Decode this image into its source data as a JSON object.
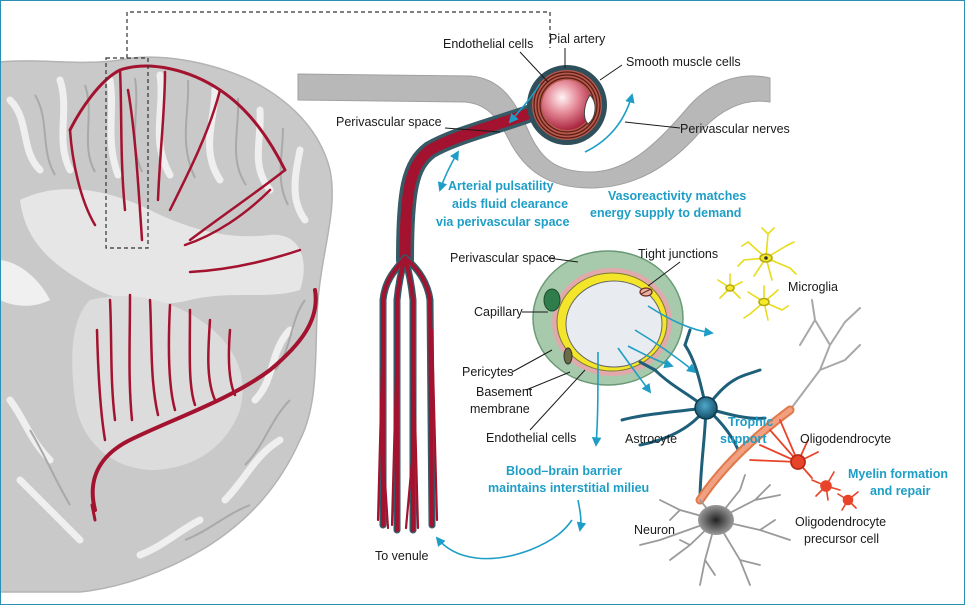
{
  "colors": {
    "artery": "#a3122f",
    "annotation_blue": "#1e9ec6",
    "brain_tissue": "#c9c9c9",
    "astrocyte": "#1e5f7a",
    "oligodendrocyte": "#e8442a",
    "microglia": "#f2ea2a",
    "frame": "#2b8fb3"
  },
  "labels": {
    "pial_artery": "Pial artery",
    "endothelial_cells_top": "Endothelial cells",
    "smooth_muscle_cells": "Smooth muscle cells",
    "perivascular_space_top": "Perivascular space",
    "perivascular_nerves": "Perivascular nerves",
    "arterial_pulsatility": [
      "Arterial pulsatility",
      "aids fluid clearance",
      "via perivascular space"
    ],
    "vasoreactivity": [
      "Vasoreactivity matches",
      "energy supply to demand"
    ],
    "perivascular_space_capillary": "Perivascular space",
    "tight_junctions": "Tight junctions",
    "microglia": "Microglia",
    "capillary": "Capillary",
    "pericytes": "Pericytes",
    "basement_membrane": [
      "Basement",
      "membrane"
    ],
    "endothelial_cells_capillary": "Endothelial cells",
    "astrocyte": "Astrocyte",
    "trophic_support": [
      "Trophic",
      "support"
    ],
    "oligodendrocyte": "Oligodendrocyte",
    "blood_brain_barrier": [
      "Blood–brain barrier",
      "maintains interstitial milieu"
    ],
    "myelin_formation": [
      "Myelin formation",
      "and repair"
    ],
    "oligodendrocyte_precursor": [
      "Oligodendrocyte",
      "precursor cell"
    ],
    "neuron": "Neuron",
    "to_venule": "To venule"
  }
}
